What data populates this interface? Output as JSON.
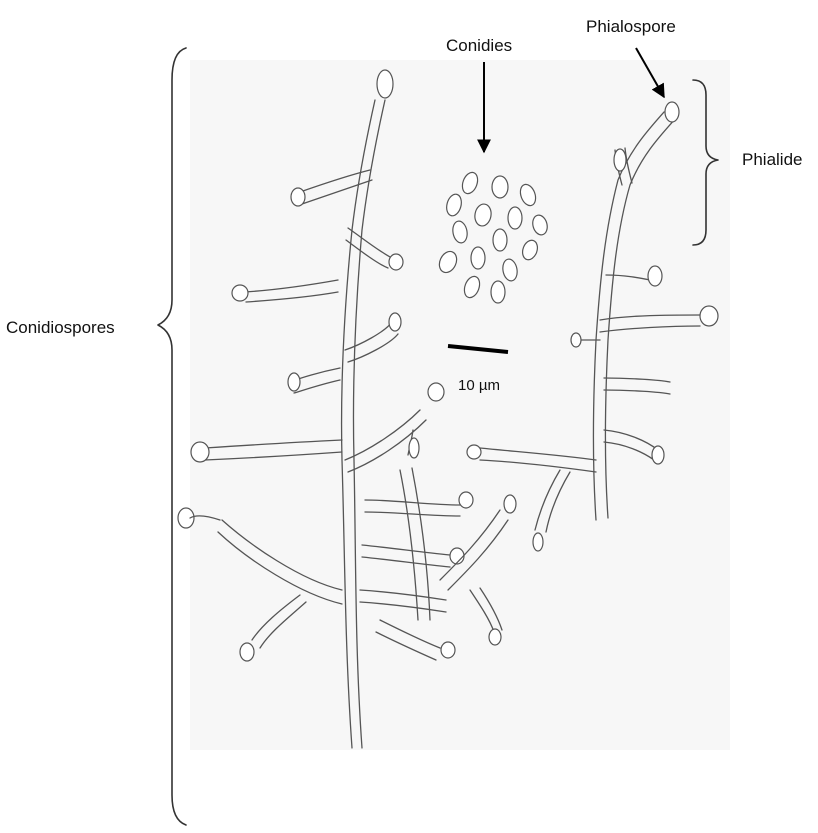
{
  "labels": {
    "conidies": "Conidies",
    "phialospore": "Phialospore",
    "phialide": "Phialide",
    "conidiospores": "Conidiospores",
    "scale_bar": "10 µm"
  },
  "colors": {
    "line": "#555555",
    "arrow": "#000000",
    "background": "#ffffff",
    "panel": "#f7f7f7"
  }
}
